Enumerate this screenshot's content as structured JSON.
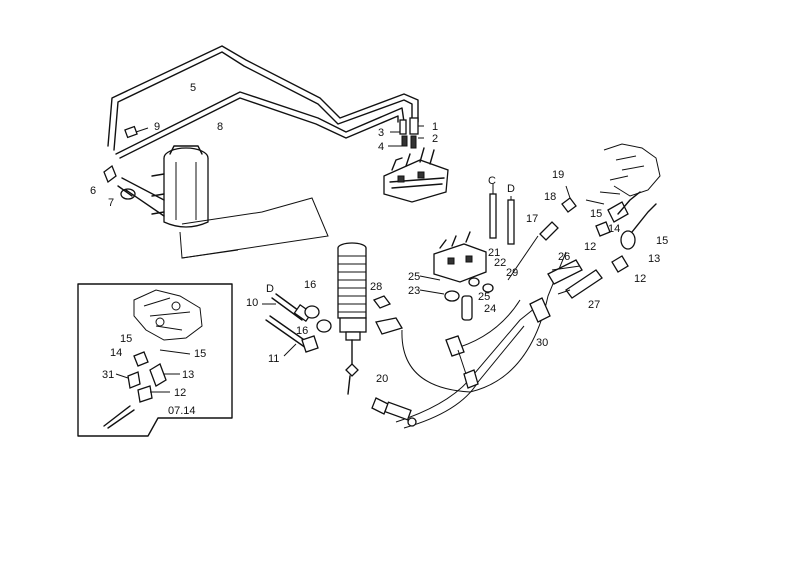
{
  "callouts": {
    "c1": "1",
    "c2": "2",
    "c3": "3",
    "c4": "4",
    "c5": "5",
    "c6": "6",
    "c7": "7",
    "c8": "8",
    "c9": "9",
    "c10": "10",
    "c11": "11",
    "c12a": "12",
    "c12b": "12",
    "c13": "13",
    "c14": "14",
    "c15a": "15",
    "c15b": "15",
    "c16a": "16",
    "c16b": "16",
    "c17": "17",
    "c18": "18",
    "c19": "19",
    "c20": "20",
    "c21": "21",
    "c22": "22",
    "c23": "23",
    "c24": "24",
    "c25a": "25",
    "c25b": "25",
    "c26": "26",
    "c27": "27",
    "c28": "28",
    "c29": "29",
    "c30": "30",
    "cC1": "C",
    "cD1": "D",
    "cD2": "D"
  },
  "inset": {
    "c15a": "15",
    "c15b": "15",
    "c14": "14",
    "c13": "13",
    "c31": "31",
    "c12": "12",
    "code": "07.14"
  }
}
